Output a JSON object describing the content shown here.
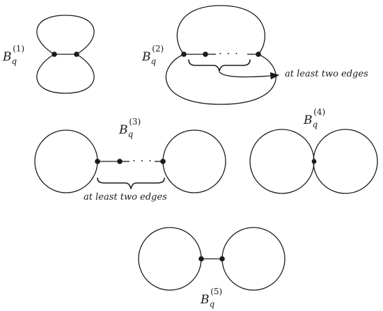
{
  "graphs": [
    {
      "id": "b1",
      "base": "B",
      "sub": "q",
      "sup": "(1)"
    },
    {
      "id": "b2",
      "base": "B",
      "sub": "q",
      "sup": "(2)"
    },
    {
      "id": "b3",
      "base": "B",
      "sub": "q",
      "sup": "(3)"
    },
    {
      "id": "b4",
      "base": "B",
      "sub": "q",
      "sup": "(4)"
    },
    {
      "id": "b5",
      "base": "B",
      "sub": "q",
      "sup": "(5)"
    }
  ],
  "annotations": {
    "b2_note": "at least two edges",
    "b3_note": "at least two edges",
    "ellipsis": "· · ·"
  }
}
